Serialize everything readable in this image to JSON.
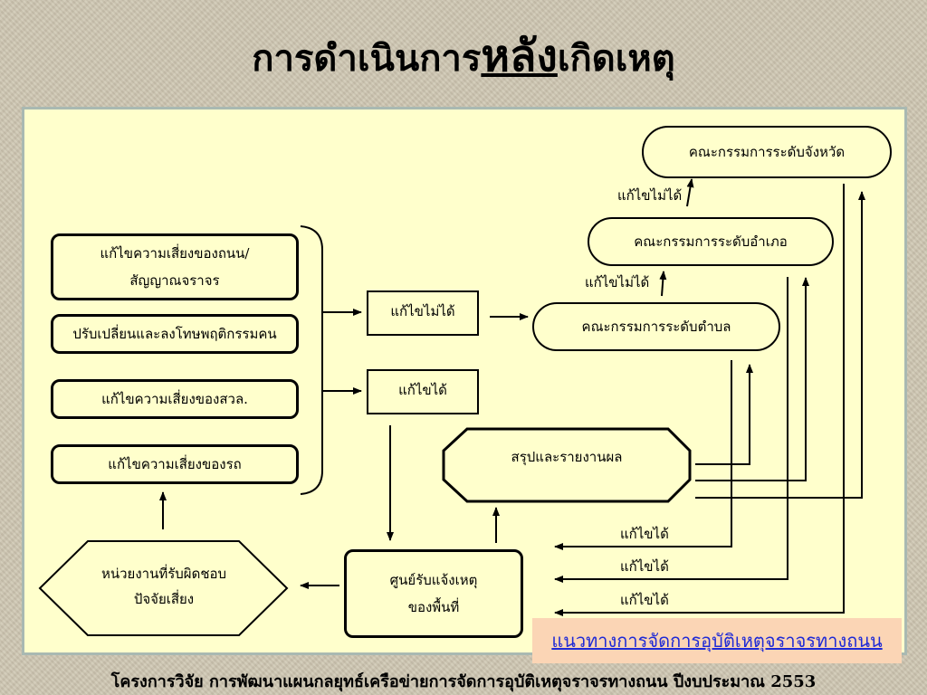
{
  "title": {
    "prefix": "การดำเนินการ",
    "emphasis": "หลัง",
    "suffix": "เกิดเหตุ"
  },
  "left_boxes": [
    {
      "line1": "แก้ไขความเสี่ยงของถนน/",
      "line2": "สัญญาณจราจร"
    },
    {
      "line1": "ปรับเปลี่ยนและลงโทษพฤติกรรมคน"
    },
    {
      "line1": "แก้ไขความเสี่ยงของสวล."
    },
    {
      "line1": "แก้ไขความเสี่ยงของรถ"
    }
  ],
  "hexagon_left": {
    "line1": "หน่วยงานที่รับผิดชอบ",
    "line2": "ปัจจัยเสี่ยง"
  },
  "center_center": {
    "line1": "ศูนย์รับแจ้งเหตุ",
    "line2": "ของพื้นที่"
  },
  "decision_fail": "แก้ไขไม่ได้",
  "decision_ok": "แก้ไขได้",
  "summary": "สรุปและรายงานผล",
  "committees": {
    "province": "คณะกรรมการระดับจังหวัด",
    "district": "คณะกรรมการระดับอำเภอ",
    "subdistrict": "คณะกรรมการระดับตำบล"
  },
  "labels": {
    "fail_to_province": "แก้ไขไม่ได้",
    "fail_to_district": "แก้ไขไม่ได้",
    "ok_1": "แก้ไขได้",
    "ok_2": "แก้ไขได้",
    "ok_3": "แก้ไขได้"
  },
  "link_text": "แนวทางการจัดการอุบัติเหตุจราจรทางถนน",
  "footer": "โครงการวิจัย  การพัฒนาแผนกลยุทธ์เครือข่ายการจัดการอุบัติเหตุจราจรทางถนน  ปีงบประมาณ 2553"
}
